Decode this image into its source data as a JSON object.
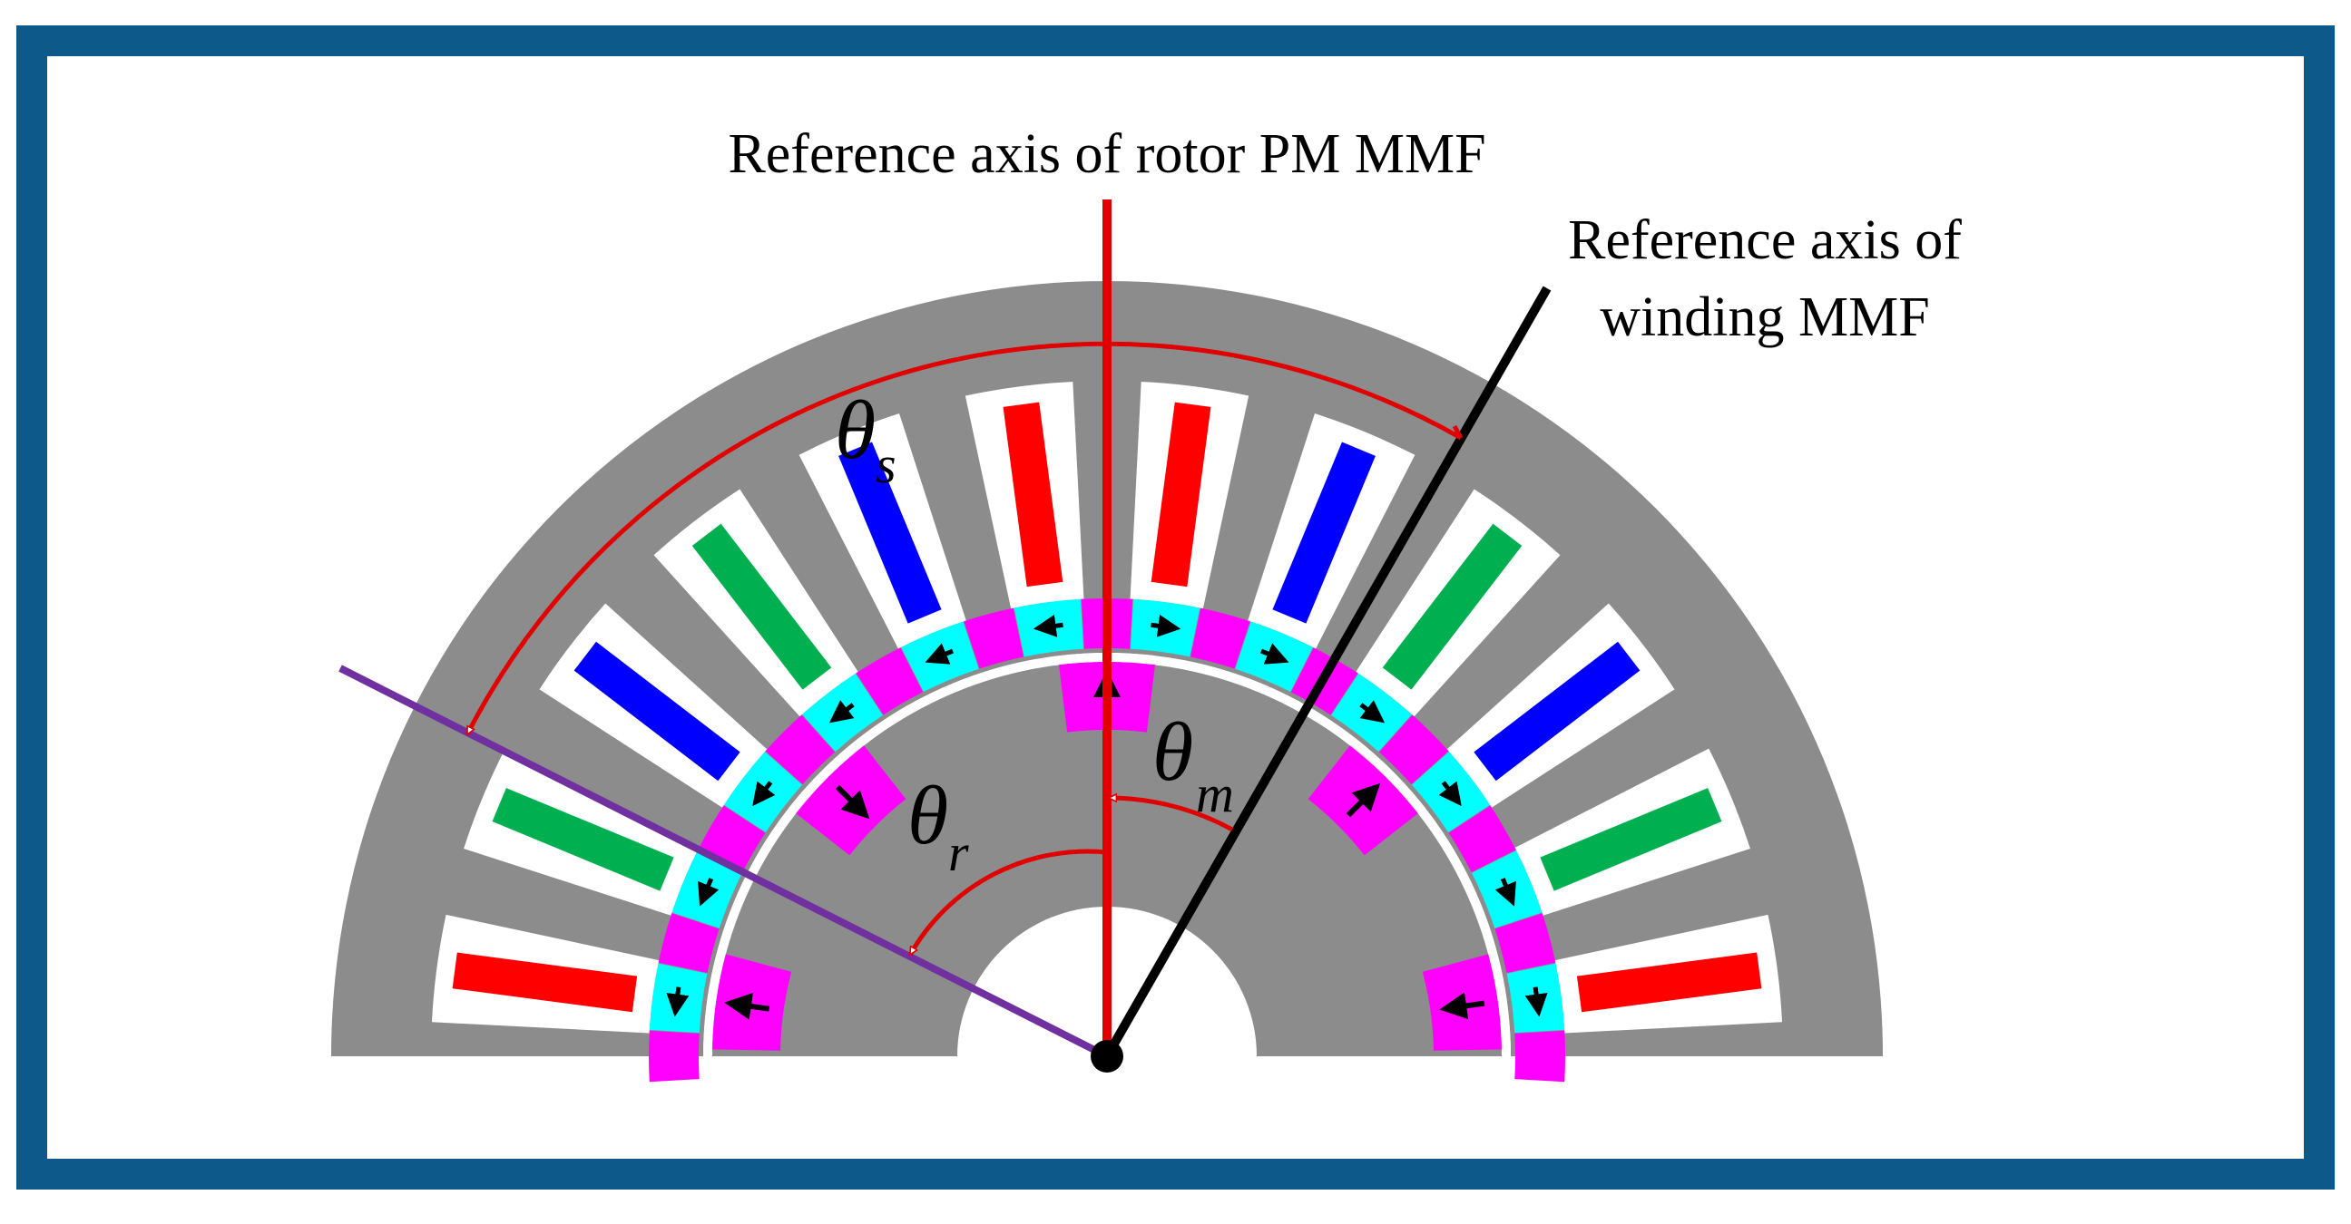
{
  "labels": {
    "rotor_axis": "Reference axis of rotor PM MMF",
    "winding_axis_line1": "Reference axis of",
    "winding_axis_line2": "winding MMF"
  },
  "angles": {
    "theta_symbol": "θ",
    "theta_s_subscript": "s",
    "theta_r_subscript": "r",
    "theta_m_subscript": "m"
  },
  "colors": {
    "frame": "#0d5a8a",
    "iron": "#8c8c8c",
    "slot": "#ffffff",
    "phase_a": "#ff0000",
    "phase_b": "#0000ff",
    "phase_c": "#00b050",
    "stator_magnet": "#00ffff",
    "rotor_magnet": "#ff00ff",
    "rotor_axis_line": "#e00000",
    "winding_axis_line": "#000000",
    "reference_line": "#7030a0",
    "arc_annotation": "#e00000"
  },
  "machine": {
    "stator_slots": 12,
    "slot_phase_sequence": [
      "A",
      "C",
      "B",
      "C",
      "B",
      "A",
      "A",
      "B",
      "C",
      "B",
      "C",
      "A"
    ]
  }
}
